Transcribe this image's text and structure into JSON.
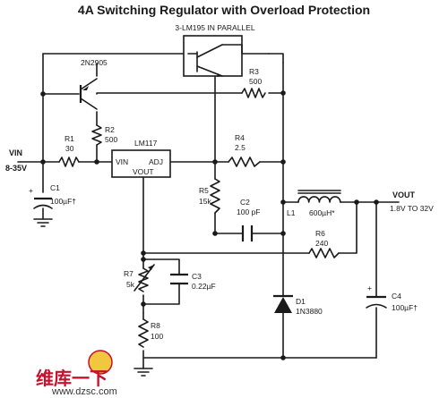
{
  "title": "4A Switching Regulator with Overload Protection",
  "components": {
    "transistor_array": "3-LM195 IN PARALLEL",
    "q_driver": "2N2905",
    "regulator": {
      "name": "LM117",
      "vin": "VIN",
      "vout": "VOUT",
      "adj": "ADJ"
    },
    "r1": {
      "ref": "R1",
      "value": "30"
    },
    "r2": {
      "ref": "R2",
      "value": "500"
    },
    "r3": {
      "ref": "R3",
      "value": "500"
    },
    "r4": {
      "ref": "R4",
      "value": "2.5"
    },
    "r5": {
      "ref": "R5",
      "value": "15k"
    },
    "r6": {
      "ref": "R6",
      "value": "240"
    },
    "r7": {
      "ref": "R7",
      "value": "5k"
    },
    "r8": {
      "ref": "R8",
      "value": "100"
    },
    "c1": {
      "ref": "C1",
      "value": "100µF†"
    },
    "c2": {
      "ref": "C2",
      "value": "100 pF"
    },
    "c3": {
      "ref": "C3",
      "value": "0.22µF"
    },
    "c4": {
      "ref": "C4",
      "value": "100µF†"
    },
    "l1": {
      "ref": "L1",
      "value": "600µH*"
    },
    "d1": {
      "ref": "D1",
      "value": "1N3880"
    },
    "vin": {
      "label": "VIN",
      "range": "8-35V"
    },
    "vout": {
      "label": "VOUT",
      "range": "1.8V TO 32V"
    }
  },
  "watermark": {
    "text": "维库一下",
    "url": "www.dzsc.com"
  }
}
